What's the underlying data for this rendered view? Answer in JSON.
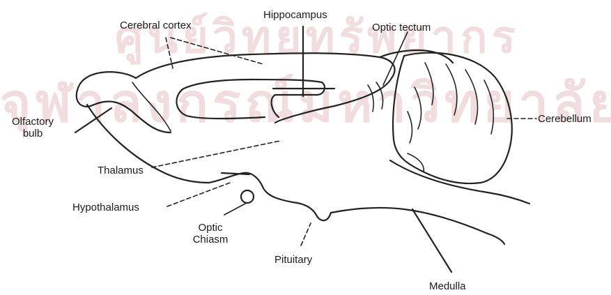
{
  "watermark": {
    "line1": "ศูนย์วิทยทรัพยากร",
    "line2": "จุฬาลงกรณ์มหาวิทยาลัย"
  },
  "labels": {
    "cerebral_cortex": "Cerebral cortex",
    "hippocampus": "Hippocampus",
    "optic_tectum": "Optic tectum",
    "olfactory_bulb_line1": "Olfactory",
    "olfactory_bulb_line2": "bulb",
    "cerebellum": "Cerebellum",
    "thalamus": "Thalamus",
    "hypothalamus": "Hypothalamus",
    "optic_chiasm_line1": "Optic",
    "optic_chiasm_line2": "Chiasm",
    "pituitary": "Pituitary",
    "medulla": "Medulla"
  }
}
